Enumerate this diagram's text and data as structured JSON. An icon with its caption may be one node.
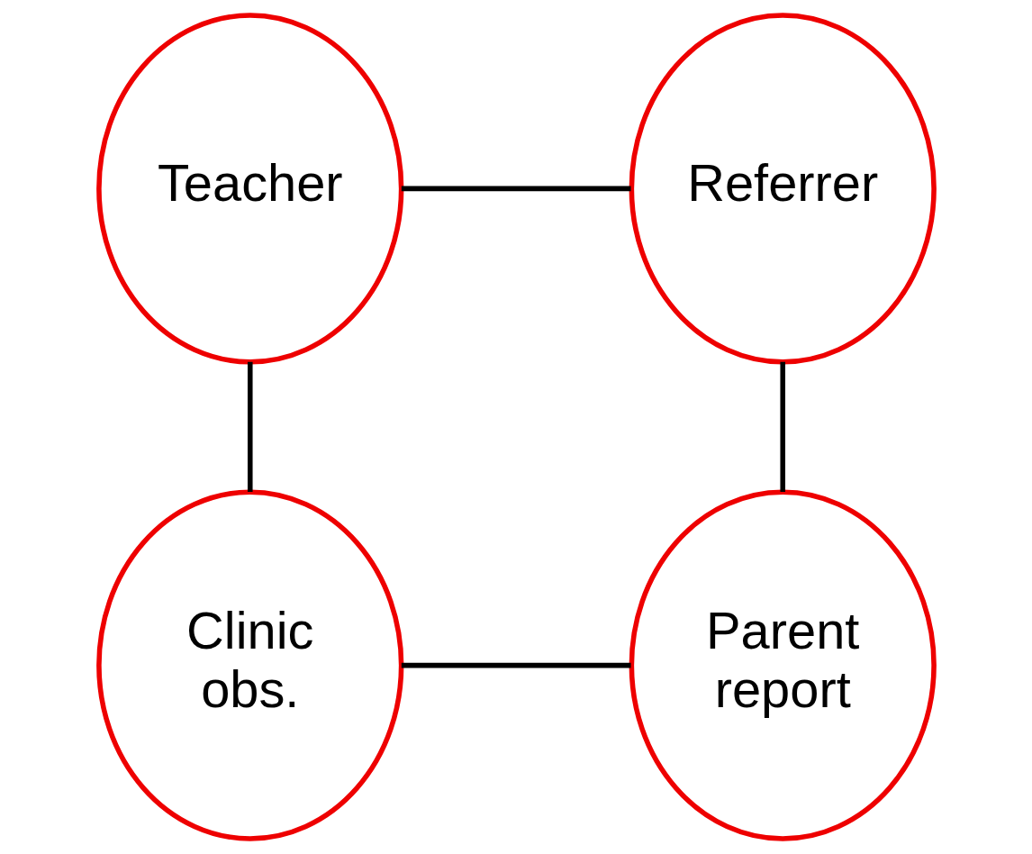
{
  "diagram": {
    "nodes": [
      {
        "text": [
          "Teacher"
        ]
      },
      {
        "text": [
          "Referrer"
        ]
      },
      {
        "text": [
          "Clinic obs."
        ]
      },
      {
        "text": [
          "Parent report"
        ]
      }
    ],
    "edges": [
      {
        "from": 0,
        "to": 1,
        "arrow": "none"
      },
      {
        "from": 0,
        "to": 2,
        "arrow": "none"
      },
      {
        "from": 1,
        "to": 3,
        "arrow": "none"
      },
      {
        "from": 2,
        "to": 3,
        "arrow": "none"
      }
    ]
  }
}
